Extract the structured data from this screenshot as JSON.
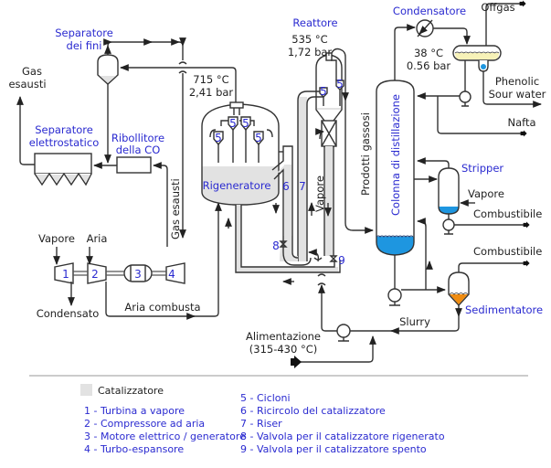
{
  "colors": {
    "catalyst": "#e2e2e2",
    "water": "#1e96e0",
    "condensate": "#f7f2b8",
    "sediment": "#f08c10",
    "label_blue": "#2a2ad0",
    "line": "#333333"
  },
  "equipment": {
    "separatore_fini": "Separatore dei fini",
    "separatore_fini_l1": "Separatore",
    "separatore_fini_l2": "dei fini",
    "separatore_elettro_l1": "Separatore",
    "separatore_elettro_l2": "elettrostatico",
    "ribollitore_l1": "Ribollitore",
    "ribollitore_l2": "della CO",
    "rigeneratore": "Rigeneratore",
    "reattore": "Reattore",
    "condensatore": "Condensatore",
    "colonna": "Colonna di distillazione",
    "stripper": "Stripper",
    "sedimentatore": "Sedimentatore"
  },
  "streams": {
    "gas_esausti_l1": "Gas",
    "gas_esausti_l2": "esausti",
    "gas_esausti_vertical": "Gas esausti",
    "vapore_left": "Vapore",
    "aria": "Aria",
    "condensato": "Condensato",
    "aria_combusta": "Aria combusta",
    "vapore_riser": "Vapore",
    "prodotti_gassosi": "Prodotti gassosi",
    "offgas": "Offgas",
    "phenolic_l1": "Phenolic",
    "phenolic_l2": "Sour water",
    "nafta": "Nafta",
    "vapore_stripper": "Vapore",
    "combustibile_1": "Combustibile",
    "combustibile_2": "Combustibile",
    "slurry": "Slurry",
    "alimentazione_l1": "Alimentazione",
    "alimentazione_l2": "(315-430 °C)"
  },
  "conditions": {
    "regen_temp": "715 °C",
    "regen_press": "2,41 bar",
    "reactor_temp": "535 °C",
    "reactor_press": "1,72 bar",
    "cond_temp": "38 °C",
    "cond_press": "0.56 bar"
  },
  "numbers": {
    "n1": "1",
    "n2": "2",
    "n3": "3",
    "n4": "4",
    "n5": "5",
    "n6": "6",
    "n7": "7",
    "n8": "8",
    "n9": "9"
  },
  "legend": {
    "catalyst": "Catalizzatore",
    "left": [
      "1 - Turbina a vapore",
      "2 - Compressore ad aria",
      "3 - Motore elettrico / generatore",
      "4 - Turbo-espansore"
    ],
    "right": [
      "5 - Cicloni",
      "6 - Ricircolo del catalizzatore",
      "7 - Riser",
      "8 - Valvola per il catalizzatore rigenerato",
      "9 - Valvola per il catalizzatore spento"
    ]
  }
}
